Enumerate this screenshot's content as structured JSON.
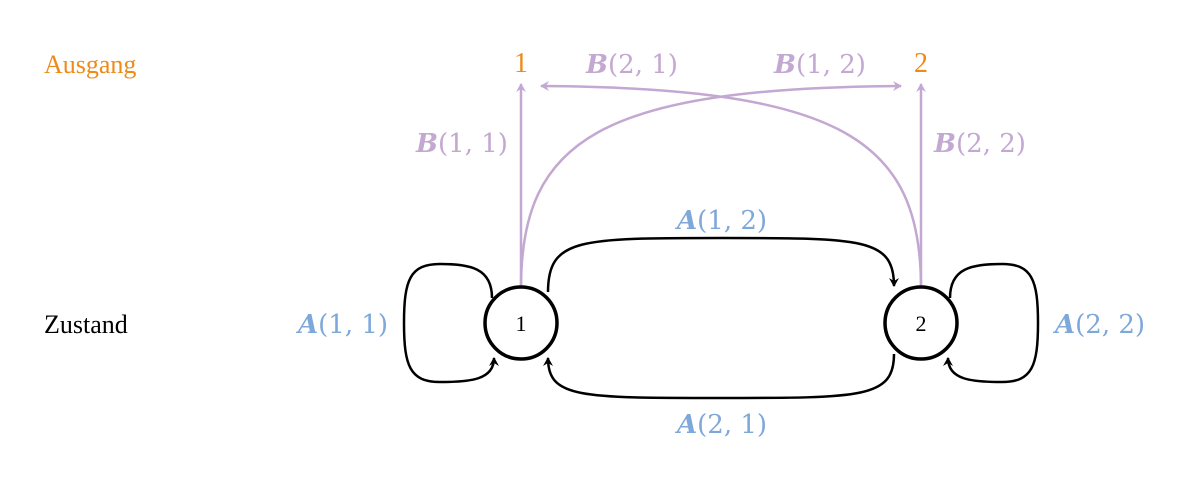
{
  "rows": {
    "output_label": "Ausgang",
    "state_label": "Zustand"
  },
  "outputs": [
    "1",
    "2"
  ],
  "states": [
    "1",
    "2"
  ],
  "transitions": {
    "a11": {
      "symbol": "A",
      "args": "(1, 1)"
    },
    "a12": {
      "symbol": "A",
      "args": "(1, 2)"
    },
    "a21": {
      "symbol": "A",
      "args": "(2, 1)"
    },
    "a22": {
      "symbol": "A",
      "args": "(2, 2)"
    }
  },
  "emissions": {
    "b11": {
      "symbol": "B",
      "args": "(1, 1)"
    },
    "b12": {
      "symbol": "B",
      "args": "(1, 2)"
    },
    "b21": {
      "symbol": "B",
      "args": "(2, 1)"
    },
    "b22": {
      "symbol": "B",
      "args": "(2, 2)"
    }
  },
  "colors": {
    "output": "#ef8a17",
    "transition": "#7ea7da",
    "emission": "#c3a8d1",
    "edge": "#000000"
  }
}
